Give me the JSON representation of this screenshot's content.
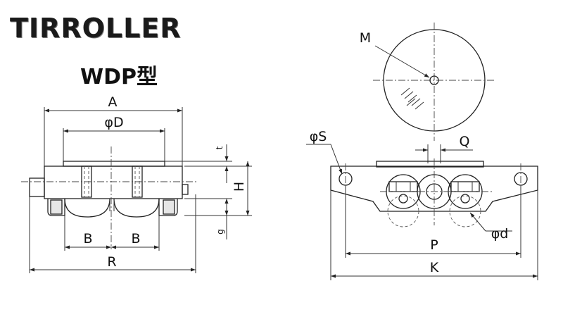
{
  "brand": {
    "logo_text": "TIRROLLER"
  },
  "model": {
    "title": "WDP型"
  },
  "dimensions": {
    "A": "A",
    "D": "φD",
    "t": "t",
    "H": "H",
    "g": "g",
    "B1": "B",
    "B2": "B",
    "R": "R",
    "M": "M",
    "S": "φS",
    "Q": "Q",
    "d": "φd",
    "P": "P",
    "K": "K"
  }
}
